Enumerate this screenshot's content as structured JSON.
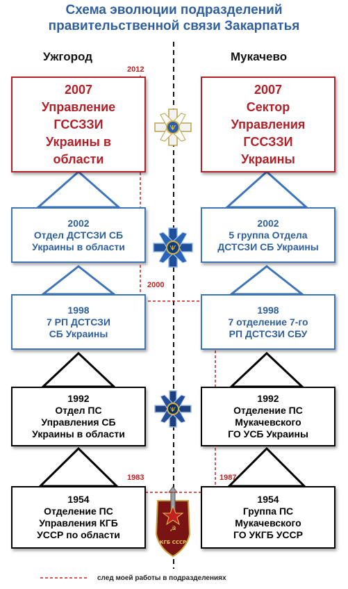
{
  "title": [
    "Схема эволюции подразделений",
    "правительственной связи Закарпатья"
  ],
  "cities": {
    "left": "Ужгород",
    "right": "Мукачево"
  },
  "left_boxes": [
    {
      "id": "l2007",
      "lines": [
        "2007",
        "Управление",
        "ГССЗЗИ",
        "Украины в",
        "области"
      ]
    },
    {
      "id": "l2002",
      "lines": [
        "2002",
        "Отдел ДСТСЗИ СБ",
        "Украины в области"
      ]
    },
    {
      "id": "l1998",
      "lines": [
        "1998",
        "7 РП ДСТСЗИ",
        "СБ Украины"
      ]
    },
    {
      "id": "l1992",
      "lines": [
        "1992",
        "Отдел ПС",
        "Управления СБ",
        "Украины в области"
      ]
    },
    {
      "id": "l1954",
      "lines": [
        "1954",
        "Отделение ПС",
        "Управления КГБ",
        "УССР по области"
      ]
    }
  ],
  "right_boxes": [
    {
      "id": "r2007",
      "lines": [
        "2007",
        "Сектор",
        "Управления",
        "ГССЗЗИ",
        "Украины"
      ]
    },
    {
      "id": "r2002",
      "lines": [
        "2002",
        "5 группа Отдела",
        "ДСТСЗИ СБ Украины"
      ]
    },
    {
      "id": "r1998",
      "lines": [
        "1998",
        "7 отделение 7-го",
        "РП ДСТСЗИ СБУ"
      ]
    },
    {
      "id": "r1992",
      "lines": [
        "1992",
        "Отделение ПС",
        "Мукачевского",
        "ГО УСБ Украины"
      ]
    },
    {
      "id": "r1954",
      "lines": [
        "1954",
        "Группа ПС",
        "Мукачевского",
        "ГО УКГБ УССР"
      ]
    }
  ],
  "path_years": {
    "y2012": "2012",
    "y2000": "2000",
    "y1983": "1983",
    "y1987": "1987"
  },
  "emblems": [
    "white-cross-emblem",
    "blue-cross-emblem-2002",
    "blue-cross-emblem-1992",
    "kgb-shield-emblem"
  ],
  "emblem_text": {
    "kgb": "КГБ СССР"
  },
  "legend": {
    "text": "след моей работы в подразделениях"
  },
  "colors": {
    "title": "#2f5f9e",
    "red": "#b22028",
    "blue": "#3e74b8",
    "black": "#000000",
    "trace": "#c2201e"
  }
}
